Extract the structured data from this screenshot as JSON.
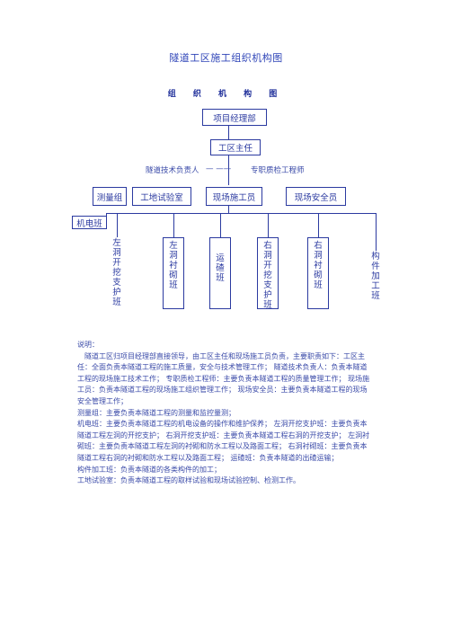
{
  "document": {
    "title": "隧道工区施工组织机构图",
    "chart_title": "组 织 机 构 图"
  },
  "org": {
    "pm": "项目经理部",
    "director": "工区主任",
    "tech_left": "隧道技术负责人",
    "tech_dash": "— ——",
    "tech_right": "专职质检工程师",
    "level3": [
      "测量组",
      "工地试验室",
      "现场施工员",
      "现场安全员"
    ],
    "mech": "机电班",
    "teams": [
      "左洞开挖支护班",
      "左洞衬砌班",
      "运碴班",
      "右洞开挖支护班",
      "右洞衬砌班",
      "构件加工班"
    ]
  },
  "notes": {
    "heading": "说明：",
    "lines": [
      "隧道工区归项目经理部直接领导，由工区主任和现场施工员负责，主要职责如下：工区主任：全面负责本隧道工程的施工质量，安全与技术管理工作； 隧道技术负责人：负责本隧道工程的现场施工技术工作； 专职质检工程师：主要负责本隧道工程的质量管理工作； 现场施工员：负责本隧道工程的现场施工组织管理工作； 现场安全员：主要负责本隧道工程的现场安全管理工作；",
      "测量组：主要负责本隧道工程的测量和监控量测；",
      "机电班：主要负责本隧道工程的机电设备的操作和维护保养； 左洞开挖支护班：主要负责本隧道工程左洞的开挖支护； 右洞开挖支护班：主要负责本隧道工程右洞的开挖支护； 左洞衬砌班：主要负责本隧道工程左洞的衬砌和防水工程以及路面工程； 右洞衬砌班：主要负责本隧道工程右洞的衬砌和防水工程以及路面工程； 运碴班：负责本隧道的出碴运输；",
      "构件加工班：负责本隧道的各类构件的加工；",
      "工地试验室：负责本隧道工程的取样试验和现场试验控制、检测工作。"
    ]
  }
}
